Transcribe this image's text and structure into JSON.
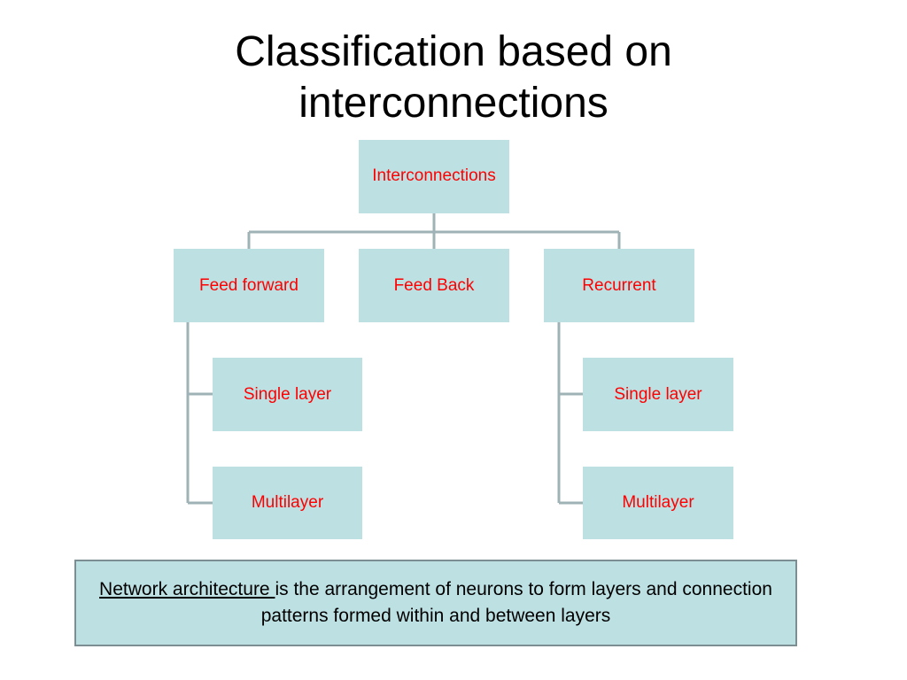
{
  "slide": {
    "title_line1": "Classification based on",
    "title_line2": "interconnections"
  },
  "diagram": {
    "root": "Interconnections",
    "level1": [
      "Feed forward",
      "Feed Back",
      "Recurrent"
    ],
    "feed_forward_children": [
      "Single layer",
      "Multilayer"
    ],
    "recurrent_children": [
      "Single layer",
      "Multilayer"
    ]
  },
  "note": {
    "term": "Network architecture ",
    "definition": "is the arrangement of neurons to form layers and connection patterns formed within and between layers"
  },
  "colors": {
    "node_fill": "#bde0e3",
    "node_text": "#ff0000",
    "connector": "#9fb3b6",
    "note_border": "#7d8e92"
  }
}
